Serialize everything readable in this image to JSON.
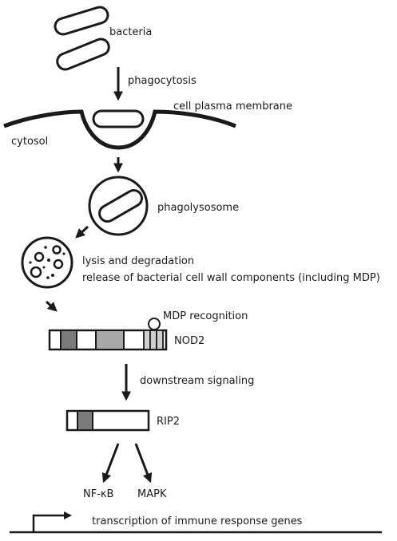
{
  "labels": {
    "bacteria": "bacteria",
    "phagocytosis": "phagocytosis",
    "membrane": "cell plasma membrane",
    "cytosol": "cytosol",
    "phagolysosome": "phagolysosome",
    "lysis": "lysis and degradation",
    "release": "release of bacterial cell wall components (including MDP)",
    "mdp_recognition": "MDP recognition",
    "nod2": "NOD2",
    "downstream": "downstream signaling",
    "rip2": "RIP2",
    "nfkb": "NF-κB",
    "mapk": "MAPK",
    "transcription": "transcription of immune response genes"
  },
  "colors": {
    "stroke": "#1a1a1a",
    "domain_dark": "#7a7a7a",
    "domain_mid": "#a8a8a8",
    "domain_light": "#cfcfcf"
  }
}
